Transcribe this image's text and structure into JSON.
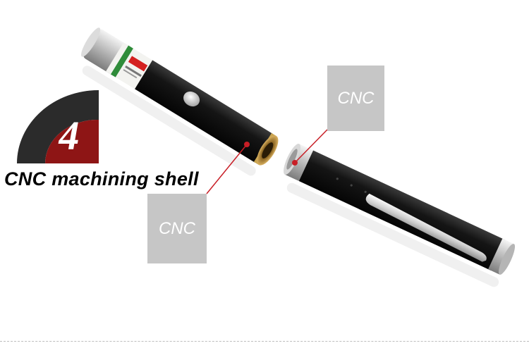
{
  "feature": {
    "number": "4",
    "title": "CNC machining shell"
  },
  "callouts": {
    "top_label": "CNC",
    "bottom_label": "CNC"
  },
  "colors": {
    "badge_dark": "#2b2b2b",
    "badge_red": "#8e1515",
    "callout_box": "#c6c6c6",
    "leader_line": "#c81e26",
    "pen_body": "#111111",
    "pen_metal": "#c9c9c9",
    "brass_thread": "#b8892f"
  },
  "icons": {
    "pointer_body": "laser-pointer-body",
    "pointer_cap": "laser-pointer-cap",
    "badge": "quarter-ring-badge"
  }
}
